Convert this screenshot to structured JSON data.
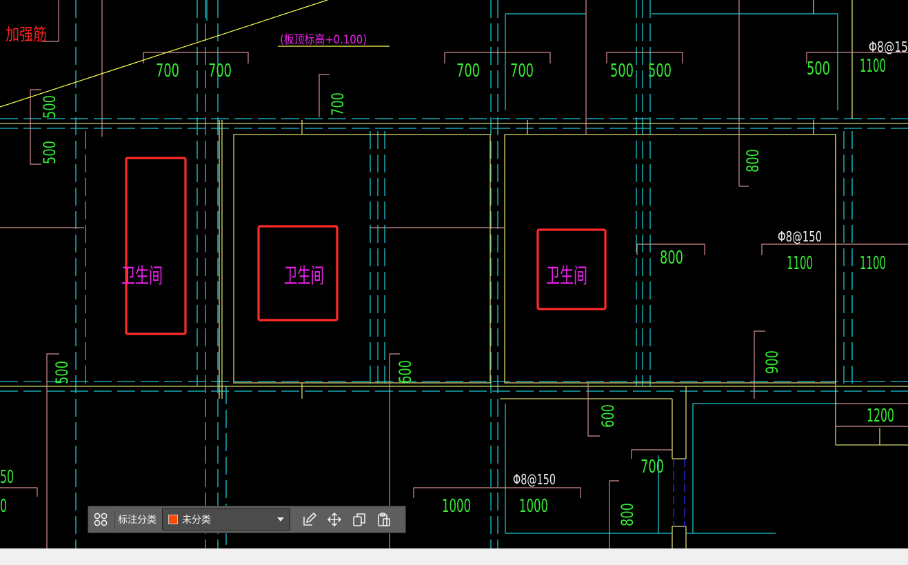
{
  "drawing": {
    "room_label": "卫生间",
    "note_reinforce": "加强筋",
    "note_slab_elevation": "(板顶标高+0.100)",
    "rebar_label": "Φ8@150",
    "rebar_label_cut": "Φ8@15",
    "dims": {
      "d500": "500",
      "d600": "600",
      "d700": "700",
      "d800": "800",
      "d900": "900",
      "d1000": "1000",
      "d1100": "1100",
      "d1200": "1200",
      "edge_50": "50",
      "edge_0": "0"
    },
    "colors": {
      "background": "#000000",
      "wall_yellow": "#d8d870",
      "axis_cyan": "#19c8d2",
      "dim_text_green": "#33ee33",
      "dim_line_pink": "#d49090",
      "room_text_magenta": "#ee22ee",
      "note_red": "#ff2020",
      "highlight_red": "#ff2a2a",
      "slab_line_yellow": "#ffff55",
      "rebar_text_white": "#f0f0f0"
    }
  },
  "toolbar": {
    "category_label": "标注分类",
    "category_value": "未分类",
    "category_color": "#ff4a00",
    "icons": {
      "categories": "grid-icon",
      "edit": "edit-icon",
      "move": "move-icon",
      "copy": "copy-icon",
      "paste": "paste-icon"
    }
  }
}
